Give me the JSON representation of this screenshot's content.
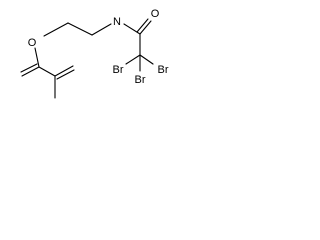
{
  "molecule": {
    "atoms": {
      "ester_oxygen": "O",
      "amide_nitrogen": "N",
      "amide_oxygen": "O",
      "bromine_1": "Br",
      "bromine_2": "Br",
      "bromine_3": "Br"
    },
    "colors": {
      "bond": "#000000",
      "label": "#000000",
      "background": "#ffffff"
    }
  }
}
